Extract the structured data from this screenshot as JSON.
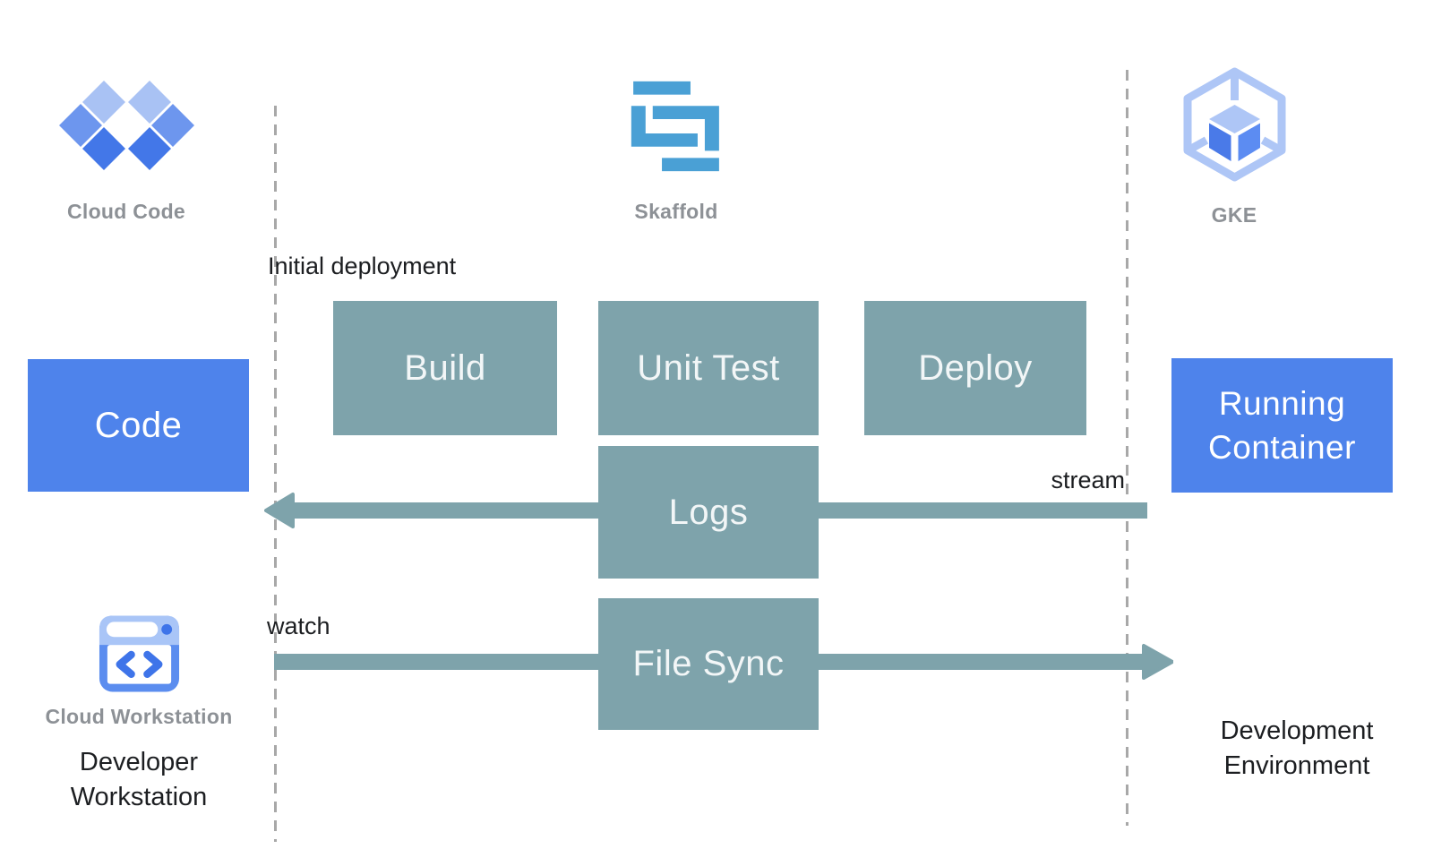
{
  "icons": {
    "cloud_code": {
      "label": "Cloud Code"
    },
    "skaffold": {
      "label": "Skaffold"
    },
    "gke": {
      "label": "GKE"
    },
    "cloud_workstation": {
      "label": "Cloud Workstation"
    }
  },
  "boxes": {
    "code": "Code",
    "build": "Build",
    "unit_test": "Unit Test",
    "deploy": "Deploy",
    "logs": "Logs",
    "file_sync": "File Sync",
    "running_container": "Running Container"
  },
  "annotations": {
    "initial_deployment": "Initial deployment",
    "stream": "stream",
    "watch": "watch",
    "developer_workstation": "Developer Workstation",
    "development_environment": "Development Environment"
  },
  "colors": {
    "primary_blue": "#4E83EB",
    "teal": "#7EA3AB",
    "skaffold_blue": "#4AA0D5",
    "gray_label": "#8D9196",
    "dash_color": "#A8A8A8",
    "text_dark": "#1C1E21",
    "cc_light": "#A9C2F4",
    "cc_mid": "#6D96EE",
    "cc_dark": "#4377E8",
    "gke_light": "#AEC6F6",
    "gke_left": "#4A7AE8",
    "gke_right": "#5C8CF2",
    "cw_light": "#A9C5F7",
    "cw_border": "#5B8DEF",
    "cw_accent": "#3E74E9"
  }
}
